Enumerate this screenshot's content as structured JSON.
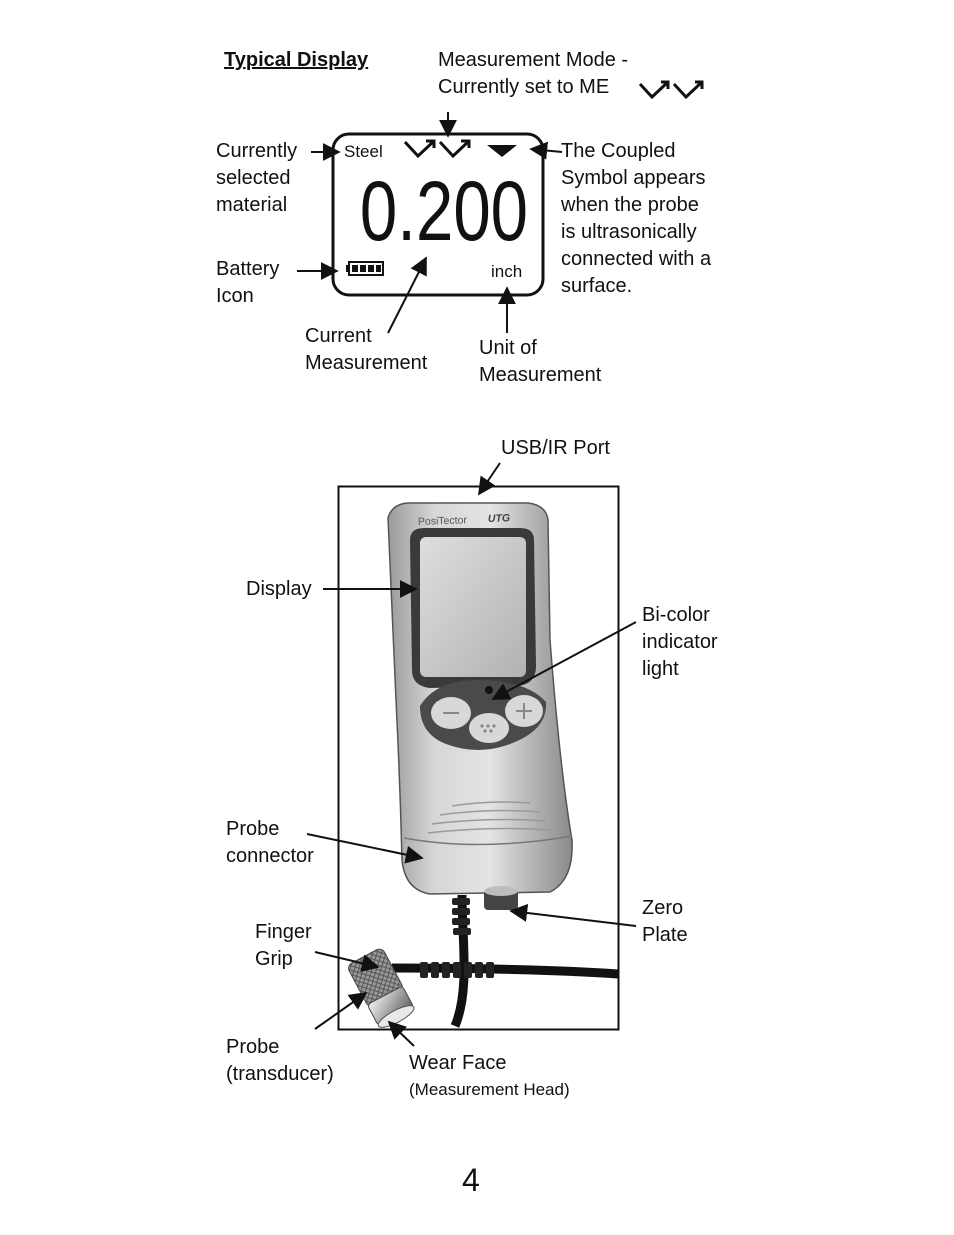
{
  "typical_display": {
    "heading": "Typical Display",
    "mode_label_line1": "Measurement Mode -",
    "mode_label_line2": "Currently set to ME",
    "material_label": "Currently\nselected\nmaterial",
    "battery_label": "Battery\nIcon",
    "current_measurement_label": "Current\nMeasurement",
    "unit_label": "Unit of\nMeasurement",
    "coupled_label": "The Coupled\nSymbol appears\nwhen the probe\nis ultrasonically\nconnected with a\nsurface.",
    "screen": {
      "material": "Steel",
      "reading": "0.200",
      "unit": "inch"
    }
  },
  "gauge_diagram": {
    "brand": "PosiTector",
    "model": "UTG",
    "usb_label": "USB/IR Port",
    "display_label": "Display",
    "indicator_label": "Bi-color\nindicator\nlight",
    "probe_connector_label": "Probe\nconnector",
    "zero_plate_label": "Zero\nPlate",
    "finger_grip_label": "Finger\nGrip",
    "probe_label": "Probe\n(transducer)",
    "wear_face_label": "Wear Face",
    "wear_face_sub": "(Measurement Head)"
  },
  "page_number": "4"
}
